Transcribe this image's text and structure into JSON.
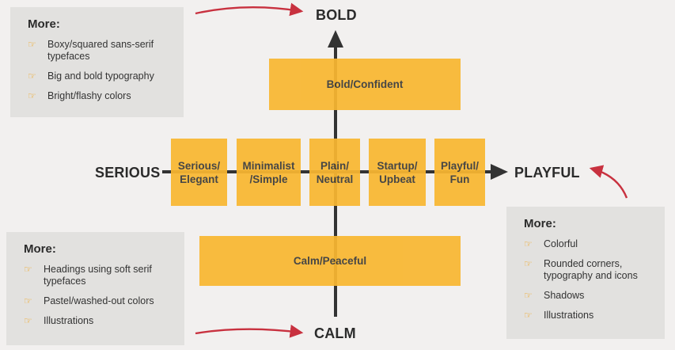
{
  "axes": {
    "top": "BOLD",
    "bottom": "CALM",
    "left": "SERIOUS",
    "right": "PLAYFUL"
  },
  "boxes": {
    "bold_confident": "Bold/Confident",
    "serious_elegant": "Serious/\nElegant",
    "minimalist_simple": "Minimalist\n/Simple",
    "plain_neutral": "Plain/\nNeutral",
    "startup_upbeat": "Startup/\nUpbeat",
    "playful_fun": "Playful/\nFun",
    "calm_peaceful": "Calm/Peaceful"
  },
  "panels": {
    "bold": {
      "title": "More:",
      "items": [
        "Boxy/squared sans-serif typefaces",
        "Big and bold typography",
        "Bright/flashy colors"
      ]
    },
    "calm": {
      "title": "More:",
      "items": [
        "Headings using soft serif typefaces",
        "Pastel/washed-out colors",
        "Illustrations"
      ]
    },
    "playful": {
      "title": "More:",
      "items": [
        "Colorful",
        "Rounded corners, typography and icons",
        "Shadows",
        "Illustrations"
      ]
    }
  },
  "colors": {
    "box_fill": "#f9b731",
    "axis": "#333333",
    "pointer_arrow": "#c8313f",
    "panel_bg": "#e2e1df",
    "background": "#f2f0ef",
    "bullet": "#f3a417"
  },
  "icons": {
    "bullet": "pointing-hand-icon"
  }
}
